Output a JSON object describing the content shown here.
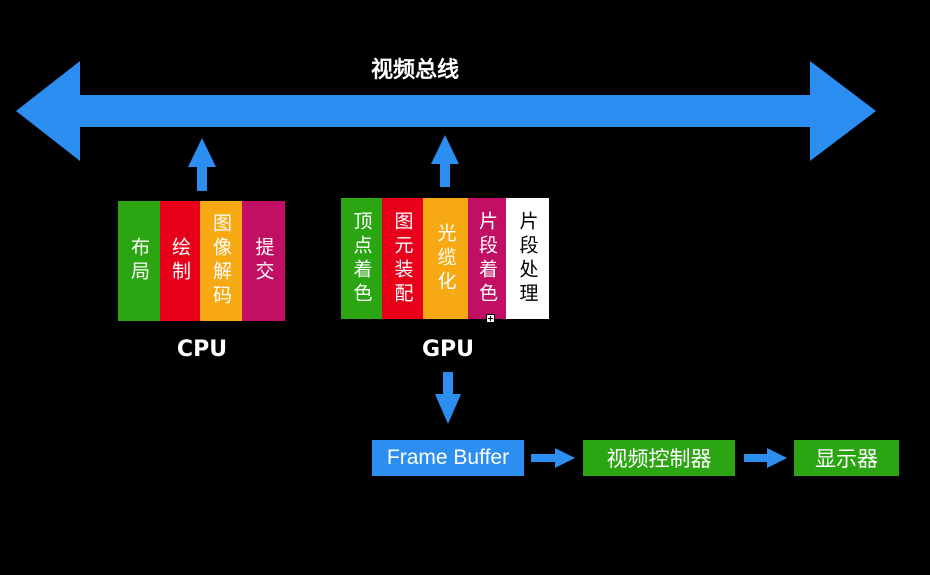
{
  "bus": {
    "label": "视频总线"
  },
  "cpu": {
    "label": "CPU",
    "stages": [
      {
        "text": "布局",
        "color": "#2ba512"
      },
      {
        "text": "绘制",
        "color": "#e8001a"
      },
      {
        "text": "图像解码",
        "color": "#f6a912"
      },
      {
        "text": "提交",
        "color": "#c10f63"
      }
    ]
  },
  "gpu": {
    "label": "GPU",
    "stages": [
      {
        "text": "顶点着色",
        "color": "#2ba512"
      },
      {
        "text": "图元装配",
        "color": "#e8001a"
      },
      {
        "text": "光缆化",
        "color": "#f6a912"
      },
      {
        "text": "片段着色",
        "color": "#c10f63"
      },
      {
        "text": "片段处理",
        "color": "#ffffff"
      }
    ]
  },
  "pipeline": {
    "frame_buffer": {
      "text": "Frame Buffer",
      "color": "#2b8ef0"
    },
    "video_controller": {
      "text": "视频控制器",
      "color": "#2ba512"
    },
    "display": {
      "text": "显示器",
      "color": "#2ba512"
    }
  },
  "colors": {
    "arrow": "#2b8ef0",
    "background": "#000000"
  },
  "icons": {
    "cursor_plus": "plus-icon"
  }
}
